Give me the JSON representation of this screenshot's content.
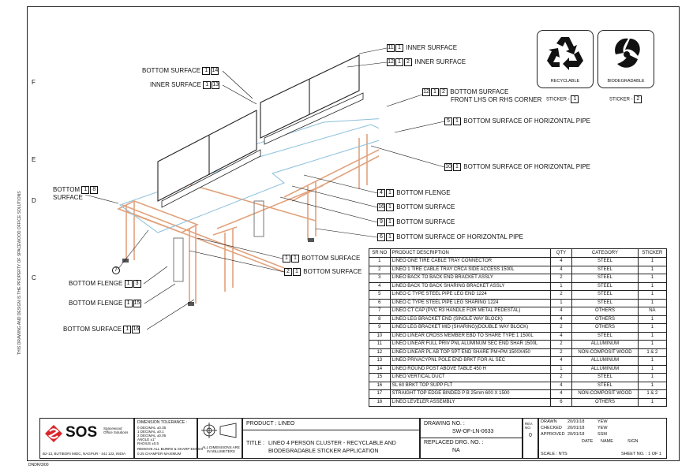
{
  "zones_left": [
    "F",
    "E",
    "D",
    "C"
  ],
  "side_note": "THIS DRAWING AND DESIGN IS THE PROPERTY OF SPACEWOOD OFFICE SOLUTIONS",
  "callouts": [
    {
      "id": "c1",
      "nums": [
        "11",
        "1"
      ],
      "text": "INNER SURFACE"
    },
    {
      "id": "c2",
      "nums": [
        "12",
        "1",
        "2"
      ],
      "text": "INNER SURFACE"
    },
    {
      "id": "c3",
      "nums": [
        "1",
        "14"
      ],
      "text": "BOTTOM SURFACE",
      "pre": true
    },
    {
      "id": "c4",
      "nums": [
        "1",
        "13"
      ],
      "text": "INNER SURFACE",
      "pre": true
    },
    {
      "id": "c5",
      "nums": [
        "12",
        "1",
        "2"
      ],
      "text": "BOTTOM SURFACE",
      "line2": "FRONT LHS OR RHS CORNER"
    },
    {
      "id": "c6",
      "nums": [
        "5",
        "1"
      ],
      "text": "BOTTOM SURFACE OF HORIZONTAL PIPE"
    },
    {
      "id": "c7",
      "nums": [
        "10",
        "1"
      ],
      "text": "BOTTOM SURFACE OF HORIZONTAL PIPE"
    },
    {
      "id": "c8",
      "nums": [
        "1",
        "8"
      ],
      "text": "BOTTOM",
      "line2": "SURFACE",
      "pre": true
    },
    {
      "id": "c9",
      "nums": [
        "4",
        "1"
      ],
      "text": "BOTTOM FLENGE"
    },
    {
      "id": "c10",
      "nums": [
        "16",
        "1"
      ],
      "text": "BOTTOM SURFACE"
    },
    {
      "id": "c11",
      "nums": [
        "9",
        "1"
      ],
      "text": "BOTTOM SURFACE"
    },
    {
      "id": "c12",
      "nums": [
        "6",
        "1"
      ],
      "text": "BOTTOM SURFACE OF HORIZONTAL PIPE"
    },
    {
      "id": "c13",
      "nums": [
        "1",
        "1"
      ],
      "text": "BOTTOM SURFACE"
    },
    {
      "id": "c14",
      "nums": [
        "2",
        "1"
      ],
      "text": "BOTTOM SURFACE"
    },
    {
      "id": "c15",
      "nums": [
        "1",
        "3"
      ],
      "text": "BOTTOM FLENGE",
      "pre": true
    },
    {
      "id": "c16",
      "nums": [
        "1",
        "15"
      ],
      "text": "BOTTOM FLENGE",
      "pre": true
    },
    {
      "id": "c17",
      "nums": [
        "1",
        "16"
      ],
      "text": "BOTTOM SURFACE",
      "pre": true
    },
    {
      "id": "c18",
      "nums": [
        "7"
      ],
      "text": ""
    }
  ],
  "stickers": [
    {
      "label": "RECYCLABLE",
      "caption": "STICKER -",
      "num": "1"
    },
    {
      "label": "BIODEGRADABLE",
      "caption": "STICKER -",
      "num": "2"
    }
  ],
  "bom": {
    "headers": [
      "SR NO",
      "PRODUCT DESCRIPTION",
      "QTY",
      "CATEGORY",
      "STICKER"
    ],
    "rows": [
      [
        "1",
        "LINEO ONE TIRE CABLE TRAY CONNECTOR",
        "4",
        "STEEL",
        "1"
      ],
      [
        "2",
        "LINEO 1 TIRE CABLE TRAY CRCA SIDE ACCESS 1500L",
        "4",
        "STEEL",
        "1"
      ],
      [
        "3",
        "LINEO BACK TO BACK END BRACKET ASSLY",
        "2",
        "STEEL",
        "1"
      ],
      [
        "4",
        "LINEO BACK TO BACK SHARING BRACKET ASSLY",
        "1",
        "STEEL",
        "1"
      ],
      [
        "5",
        "LINEO C TYPE STEEL PIPE LEG END 1224",
        "2",
        "STEEL",
        "1"
      ],
      [
        "6",
        "LINEO C TYPE STEEL PIPE LEG SHARING 1224",
        "1",
        "STEEL",
        "1"
      ],
      [
        "7",
        "LINEO CT CAP (PVC R3 HANDLE FOR METAL PEDESTAL)",
        "4",
        "OTHERS",
        "NA"
      ],
      [
        "8",
        "LINEO LEG BRACKET END (SINGLE WAY BLOCK)",
        "4",
        "OTHERS",
        "1"
      ],
      [
        "9",
        "LINEO LEG BRACKET MID (SHARING)(DOUBLE WAY BLOCK)",
        "2",
        "OTHERS",
        "1"
      ],
      [
        "10",
        "LINEO LINEAR CROSS MEMBER EBD TO SHARE TYPE 1 1500L",
        "4",
        "STEEL",
        "1"
      ],
      [
        "11",
        "LINEO LINEAR FULL PRIV PNL ALUMINUM SEC END SHAR 1500L",
        "2",
        "ALLUMINUM",
        "1"
      ],
      [
        "12",
        "LINEO LINEAR PL AB TOP SPT END SHARE PM+PM 1500X450",
        "2",
        "NON-COMPOSIT WOOD",
        "1 & 2"
      ],
      [
        "13",
        "LINEO PRIVACYPNL POLE END BRKT FOR AL SEC",
        "4",
        "ALLUMINUM",
        "1"
      ],
      [
        "14",
        "LINEO ROUND POST ABOVE TABLE 450 H",
        "1",
        "ALLUMINUM",
        "1"
      ],
      [
        "15",
        "LINEO VERTICAL DUCT",
        "2",
        "STEEL",
        "1"
      ],
      [
        "16",
        "SL 60 BRKT TOP SUPP FLT",
        "4",
        "STEEL",
        "1"
      ],
      [
        "17",
        "STRAIGHT TOP EDGE BINDED P B 25mm 600 X 1500",
        "4",
        "NON-COMPOSIT WOOD",
        "1 & 2"
      ],
      [
        "18",
        "LINEO LEVELER ASSEMBLY",
        "6",
        "OTHERS",
        "1"
      ]
    ]
  },
  "titleblock": {
    "logo": "SOS",
    "company": "Spacewood Office Solutions",
    "address": "B2-13, BUTIBORI MIDC, NAGPUR - 441 122, INDIA",
    "tolerance_title": "DIMENSION TOLERANCE :",
    "tolerance_lines": [
      "0 DECIMAL   ±0.35",
      "1 DECIMAL   ±0.1",
      "2 DECIMAL   ±0.05",
      "ANGLE   ±1°",
      "RADIUS   ±0.5",
      "REMOVE ALL BURRS & SHARP EDGES",
      "0.25 CHAMFER MAXIMUM"
    ],
    "dims_note": "ALL DIMENSIONS ARE IN MILLIMETERS",
    "product_label": "PRODUCT :",
    "product": "LINEO",
    "title_label": "TITLE :",
    "title_line1": "LINEO 4 PERSON CLUSTER - RECYCLABLE AND",
    "title_line2": "BIODEGRADABLE STICKER APPLICATION",
    "drawing_no_label": "DRAWING NO. :",
    "drawing_no": "SW-OF-LN-0633",
    "rev_label": "REV. NO.",
    "rev": "0",
    "replaced_label": "REPLACED DRG. NO. :",
    "replaced": "NA",
    "sign_rows": [
      {
        "role": "DRAWN",
        "date": "20/01/18",
        "name": "YEW"
      },
      {
        "role": "CHECKED",
        "date": "20/01/18",
        "name": "YEW"
      },
      {
        "role": "APPROVED",
        "date": "20/01/18",
        "name": "SSM"
      }
    ],
    "sign_headers": [
      "DATE",
      "NAME",
      "SIGN"
    ],
    "scale": "SCALE : NTS",
    "sheet": "SHEET NO. : 1 OF 1"
  },
  "footer_code": "DNDR/3/00"
}
